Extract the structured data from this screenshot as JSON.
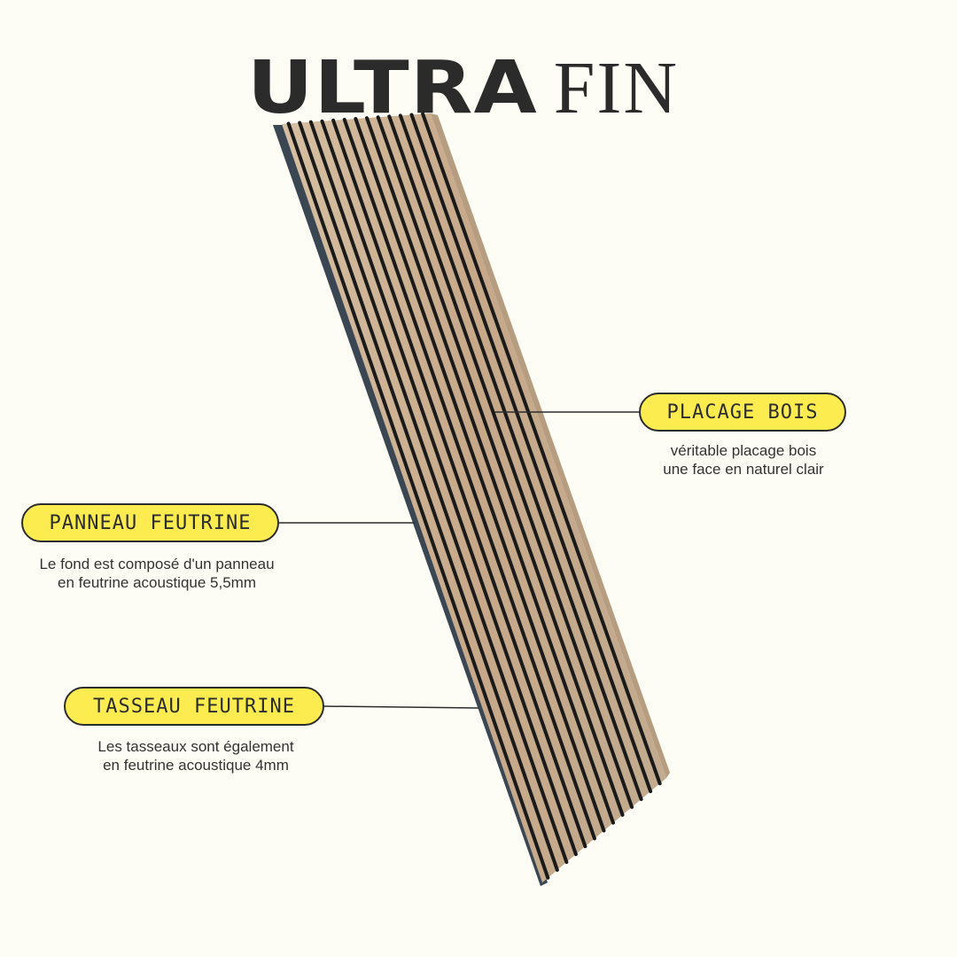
{
  "title": {
    "bold": "ULTRA",
    "light": "FIN"
  },
  "callouts": [
    {
      "label": "PLACAGE BOIS",
      "desc_line1": "véritable placage bois",
      "desc_line2": "une face en naturel clair"
    },
    {
      "label": "PANNEAU FEUTRINE",
      "desc_line1": "Le fond est composé d'un panneau",
      "desc_line2": "en feutrine acoustique 5,5mm"
    },
    {
      "label": "TASSEAU FEUTRINE",
      "desc_line1": "Les tasseaux sont également",
      "desc_line2": "en feutrine acoustique 4mm"
    }
  ],
  "colors": {
    "background": "#fdfcf5",
    "pill": "#fcec4f",
    "ink": "#2d2d2d",
    "wood": "#c9ad8e",
    "felt": "#1a1a1a"
  }
}
